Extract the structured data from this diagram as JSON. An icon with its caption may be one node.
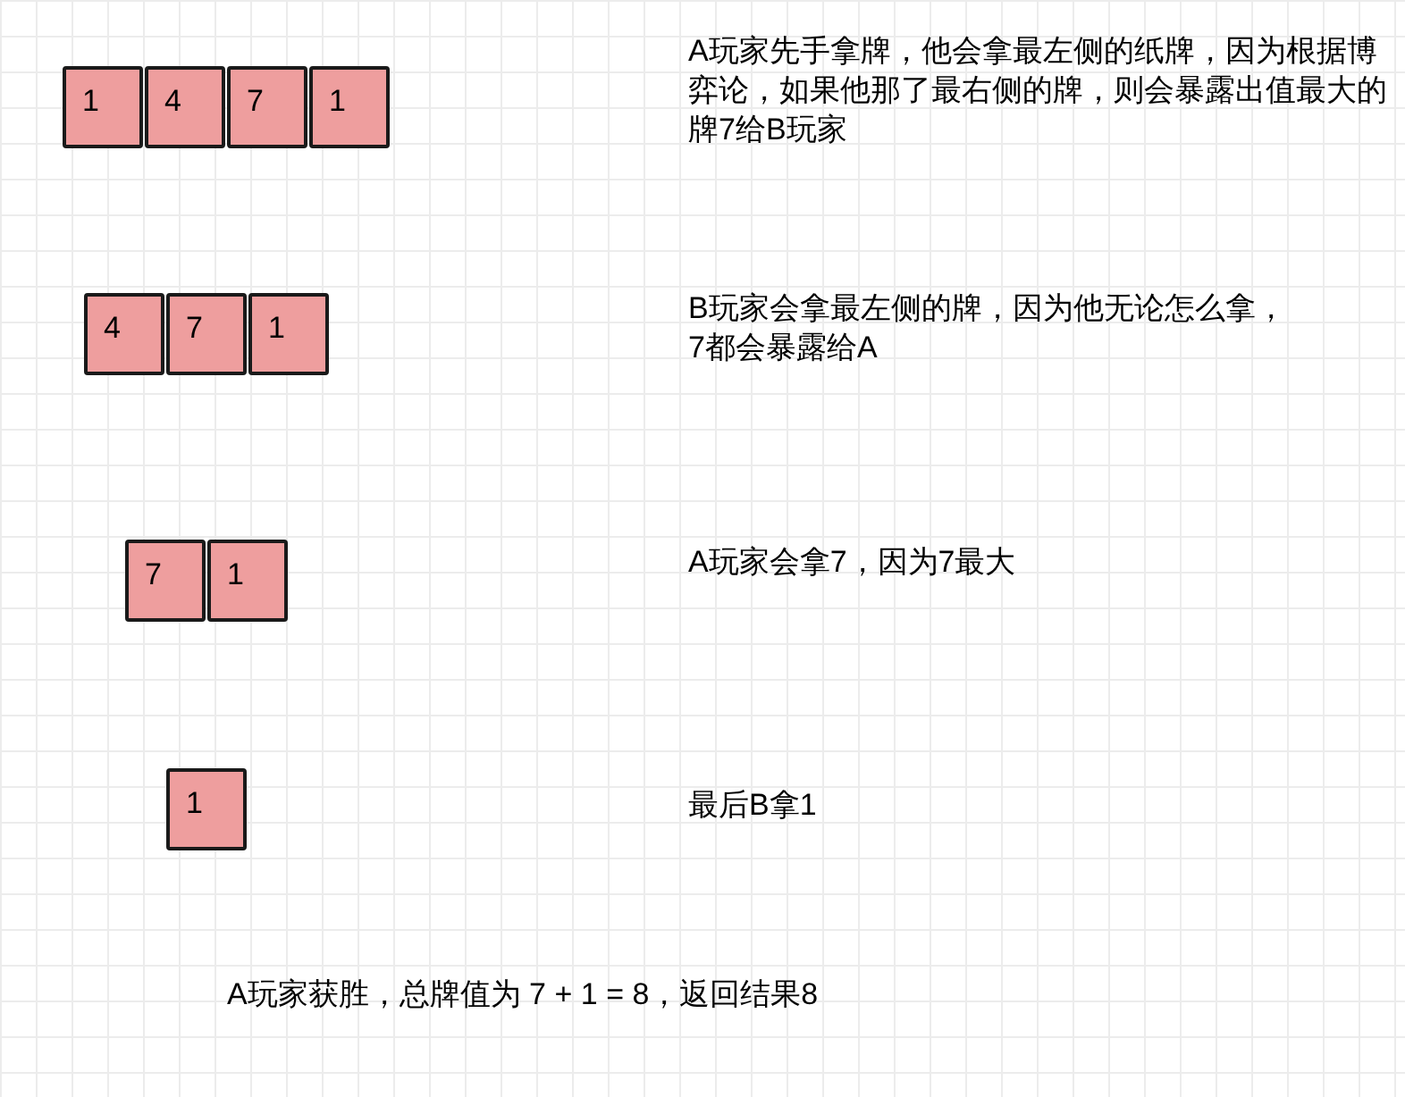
{
  "diagram": {
    "nodes": [
      {
        "text": [
          "1"
        ]
      },
      {
        "text": [
          "4"
        ]
      },
      {
        "text": [
          "7"
        ]
      },
      {
        "text": [
          "1"
        ]
      },
      {
        "text": [
          "4"
        ]
      },
      {
        "text": [
          "7"
        ]
      },
      {
        "text": [
          "1"
        ]
      },
      {
        "text": [
          "7"
        ]
      },
      {
        "text": [
          "1"
        ]
      },
      {
        "text": [
          "1"
        ]
      }
    ],
    "labels": [
      "A玩家先手拿牌，他会拿最左侧的纸牌，因为根据博弈论，如果他那了最右侧的牌，则会暴露出值最大的牌7给B玩家",
      "B玩家会拿最左侧的牌，因为他无论怎么拿，7都会暴露给A",
      "A玩家会拿7，因为7最大",
      "最后B拿1",
      "A玩家获胜，总牌值为 7 + 1 = 8，返回结果8"
    ]
  }
}
